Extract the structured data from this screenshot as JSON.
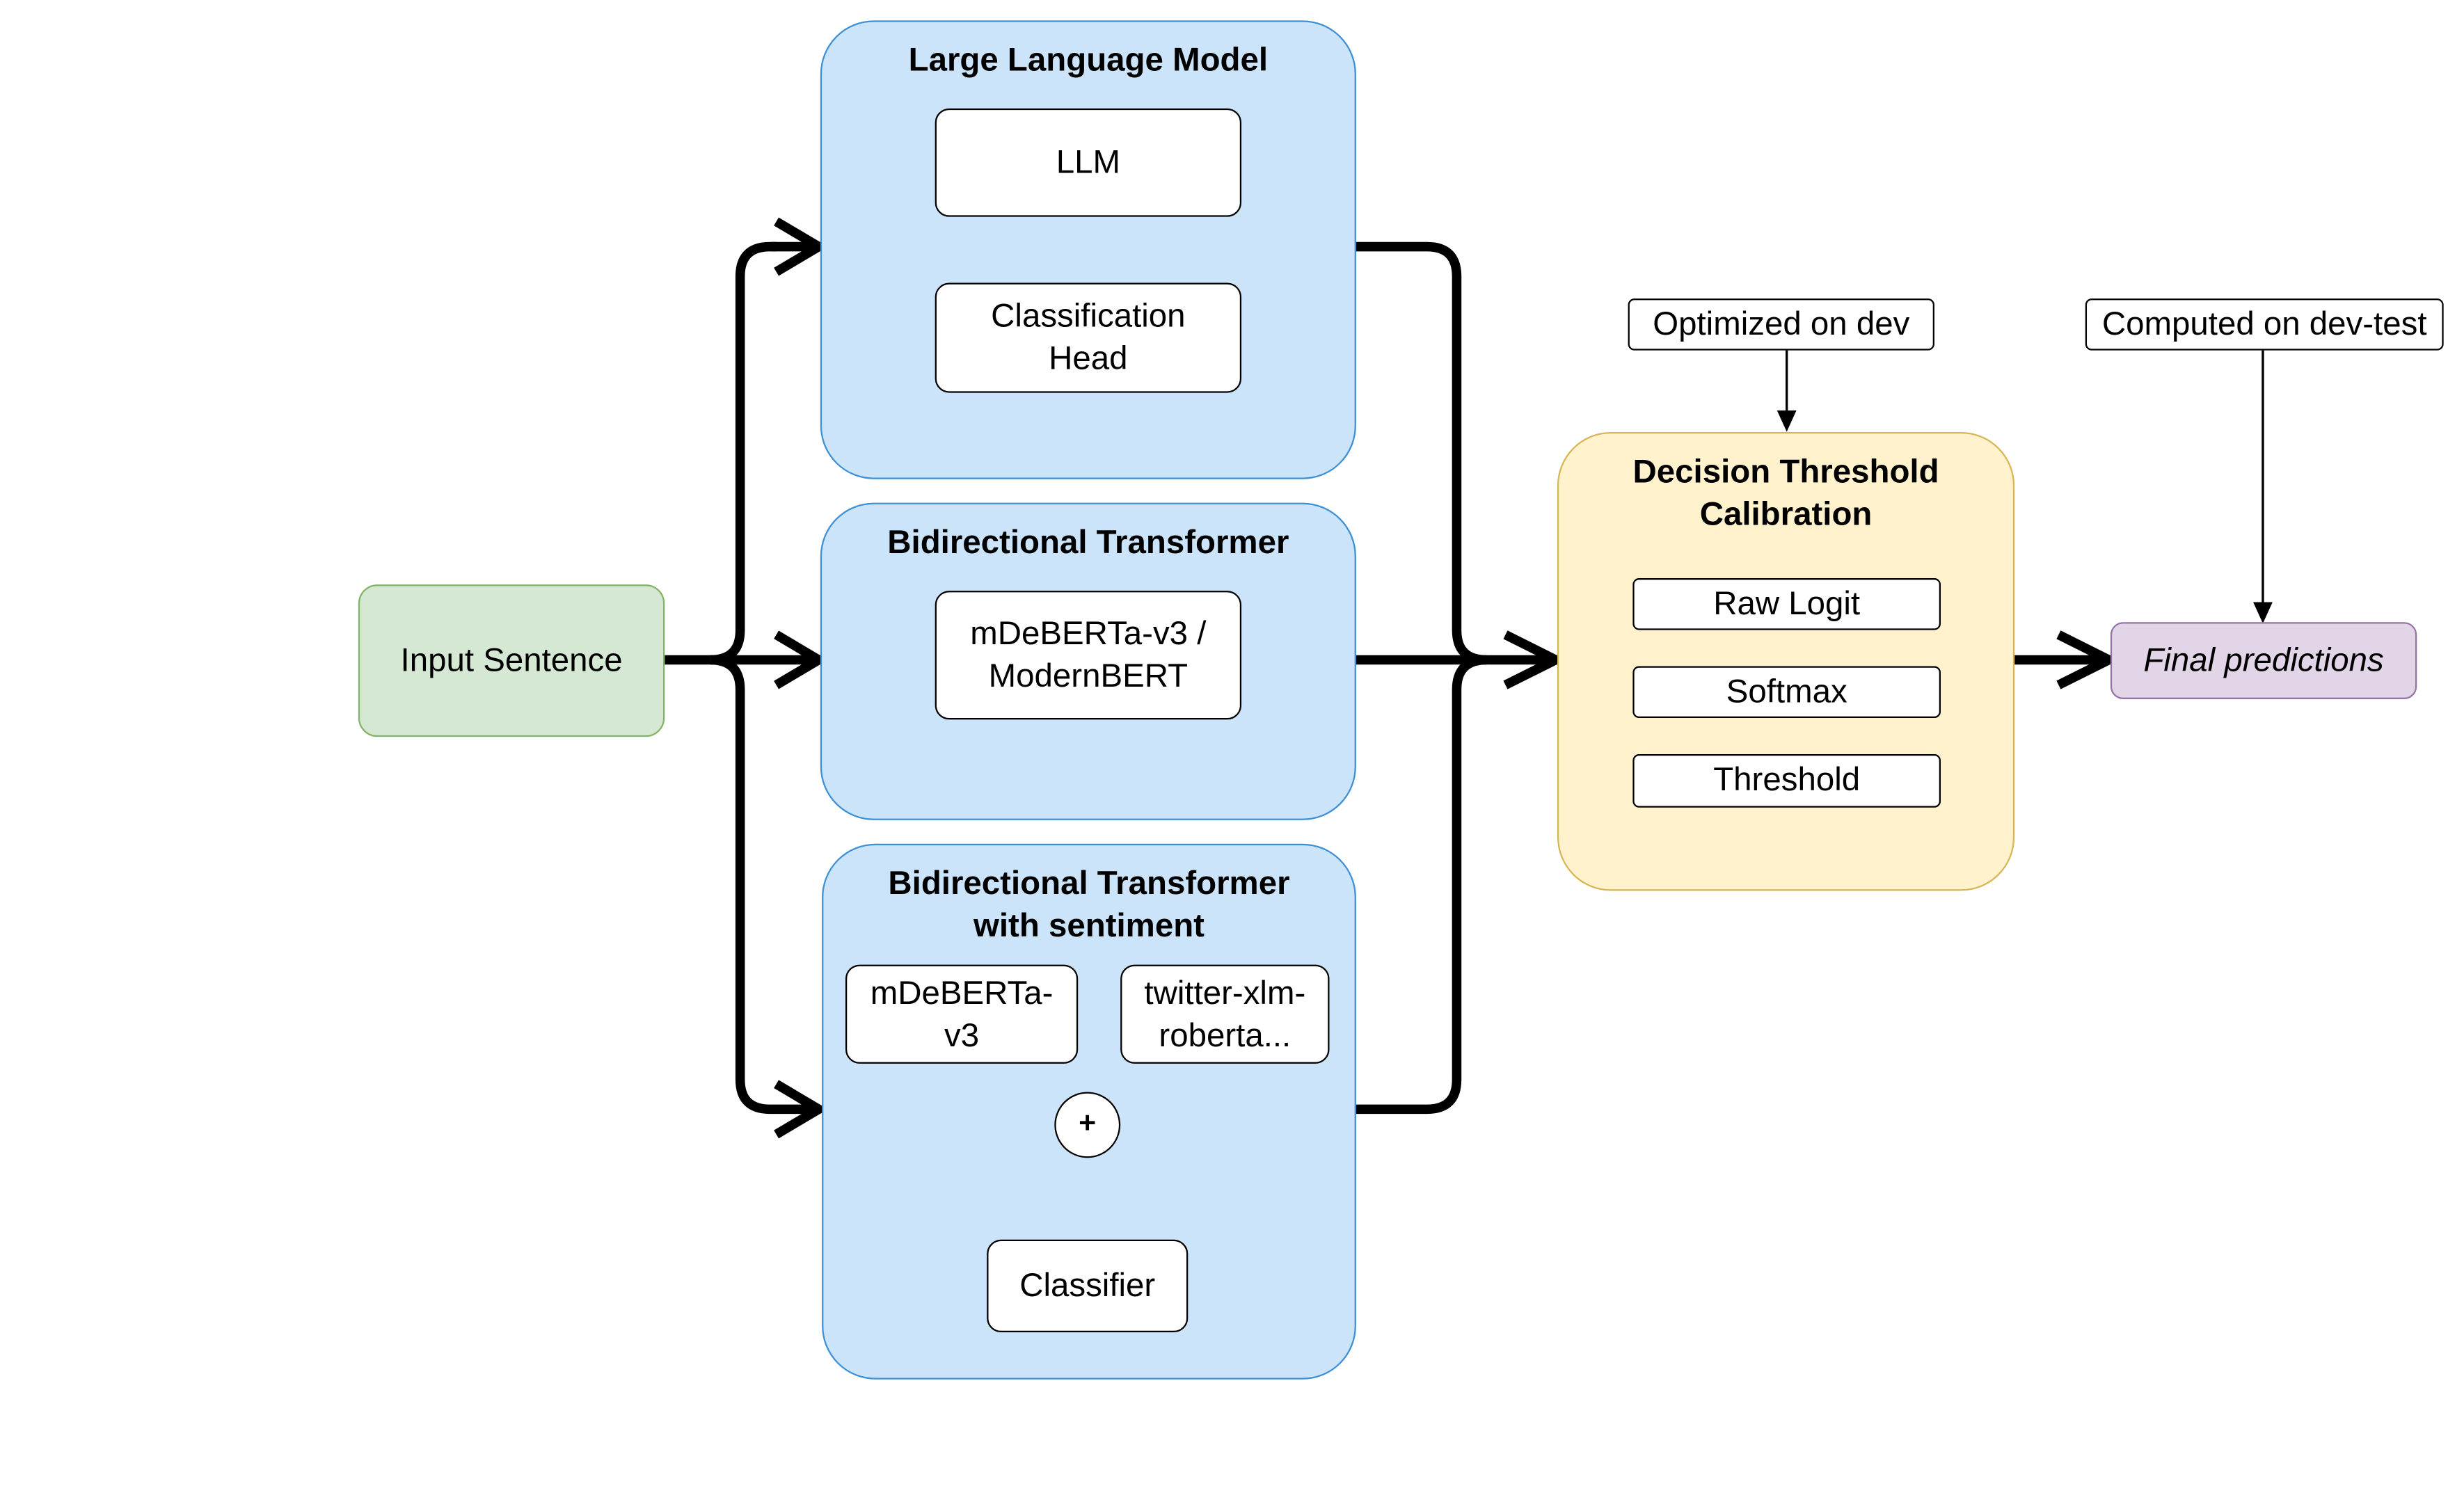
{
  "input": {
    "label": "Input Sentence"
  },
  "llm_group": {
    "title": "Large Language Model",
    "llm": "LLM",
    "head": "Classification Head"
  },
  "bt_group": {
    "title": "Bidirectional Transformer",
    "model": "mDeBERTa-v3 / ModernBERT"
  },
  "bts_group": {
    "title": "Bidirectional Transformer with sentiment",
    "model_a": "mDeBERTa-v3",
    "model_b": "twitter-xlm-roberta...",
    "combine": "+",
    "classifier": "Classifier"
  },
  "calibration": {
    "title": "Decision Threshold Calibration",
    "steps": [
      "Raw Logit",
      "Softmax",
      "Threshold"
    ]
  },
  "notes": {
    "optimized": "Optimized on dev",
    "computed": "Computed on dev-test"
  },
  "output": {
    "label": "Final predictions"
  }
}
